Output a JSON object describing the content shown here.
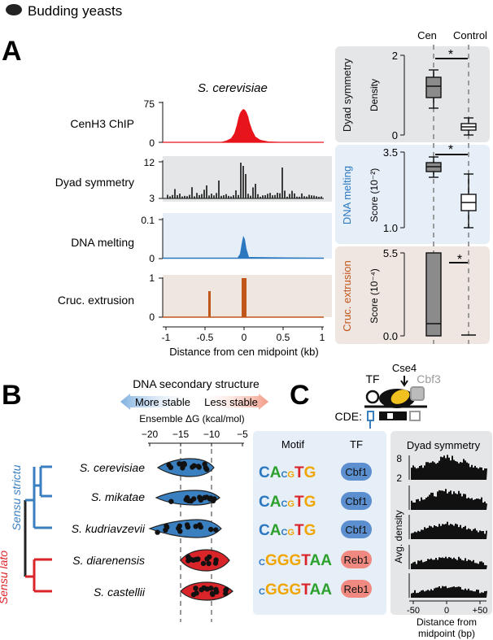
{
  "header": {
    "title": "Budding yeasts"
  },
  "panelA": {
    "letter": "A",
    "species": "S. cerevisiae",
    "xlabel": "Distance from cen midpoint (kb)",
    "xticks": [
      "-1",
      "-0.5",
      "0",
      "0.5",
      "1"
    ],
    "tracks": [
      {
        "label": "CenH3 ChIP",
        "ymax": "75",
        "ymin": "0",
        "color": "#e8141b"
      },
      {
        "label": "Dyad symmetry",
        "ymax": "12",
        "ymin": "3",
        "color": "#111111"
      },
      {
        "label": "DNA melting",
        "ymax": "0.1",
        "ymin": "0",
        "color": "#2b78c0"
      },
      {
        "label": "Cruc. extrusion",
        "ymax": "1",
        "ymin": "0",
        "color": "#c1561b"
      }
    ],
    "box_header": {
      "cen": "Cen",
      "control": "Control"
    },
    "boxes": [
      {
        "title": "Dyad symmetry",
        "title_color": "#111111",
        "ylabel": "Density",
        "unit": "",
        "ytop": "2",
        "ybottom": "0",
        "sig": "*"
      },
      {
        "title": "DNA melting",
        "title_color": "#2b78c0",
        "ylabel": "Score",
        "unit": "(10⁻²)",
        "ytop": "3.5",
        "ybottom": "1.0",
        "sig": "*"
      },
      {
        "title": "Cruc. extrusion",
        "title_color": "#c1561b",
        "ylabel": "Score",
        "unit": "(10⁻⁴)",
        "ytop": "5.5",
        "ybottom": "0.0",
        "sig": "*"
      }
    ]
  },
  "panelB": {
    "letter": "B",
    "title": "DNA secondary structure",
    "more_stable": "More stable",
    "less_stable": "Less stable",
    "axis_label": "Ensemble ΔG (kcal/mol)",
    "ticks": [
      "−20",
      "−15",
      "−10",
      "−5"
    ],
    "clade1": "Sensu strictu",
    "clade2": "Sensu lato",
    "species": [
      {
        "name": "S. cerevisiae",
        "color": "#3a7fc0"
      },
      {
        "name": "S. mikatae",
        "color": "#3a7fc0"
      },
      {
        "name": "S. kudriavzevii",
        "color": "#3a7fc0"
      },
      {
        "name": "S. diarenensis",
        "color": "#d9242a"
      },
      {
        "name": "S. castellii",
        "color": "#d9242a"
      }
    ]
  },
  "panelC": {
    "letter": "C",
    "tf_label": "TF",
    "cse4_label": "Cse4",
    "cbf3_label": "Cbf3",
    "cde_label": "CDE:",
    "motif_header": "Motif",
    "tf_header": "TF",
    "rows": [
      {
        "tf": "Cbf1",
        "tf_color": "#5b8fcf",
        "motif": "CACGTG"
      },
      {
        "tf": "Cbf1",
        "tf_color": "#5b8fcf",
        "motif": "CACGTG"
      },
      {
        "tf": "Cbf1",
        "tf_color": "#5b8fcf",
        "motif": "CACGTG"
      },
      {
        "tf": "Reb1",
        "tf_color": "#f08a80",
        "motif": "CGGGTAA"
      },
      {
        "tf": "Reb1",
        "tf_color": "#f08a80",
        "motif": "CGGGTAA"
      }
    ],
    "dyad_title": "Dyad symmetry",
    "dyad_ylabel": "Avg. density",
    "dyad_ytop": "8",
    "dyad_ybottom": "2",
    "dyad_xticks": [
      "-50",
      "0",
      "+50"
    ],
    "dyad_xlabel1": "Distance from",
    "dyad_xlabel2": "midpoint (bp)"
  }
}
